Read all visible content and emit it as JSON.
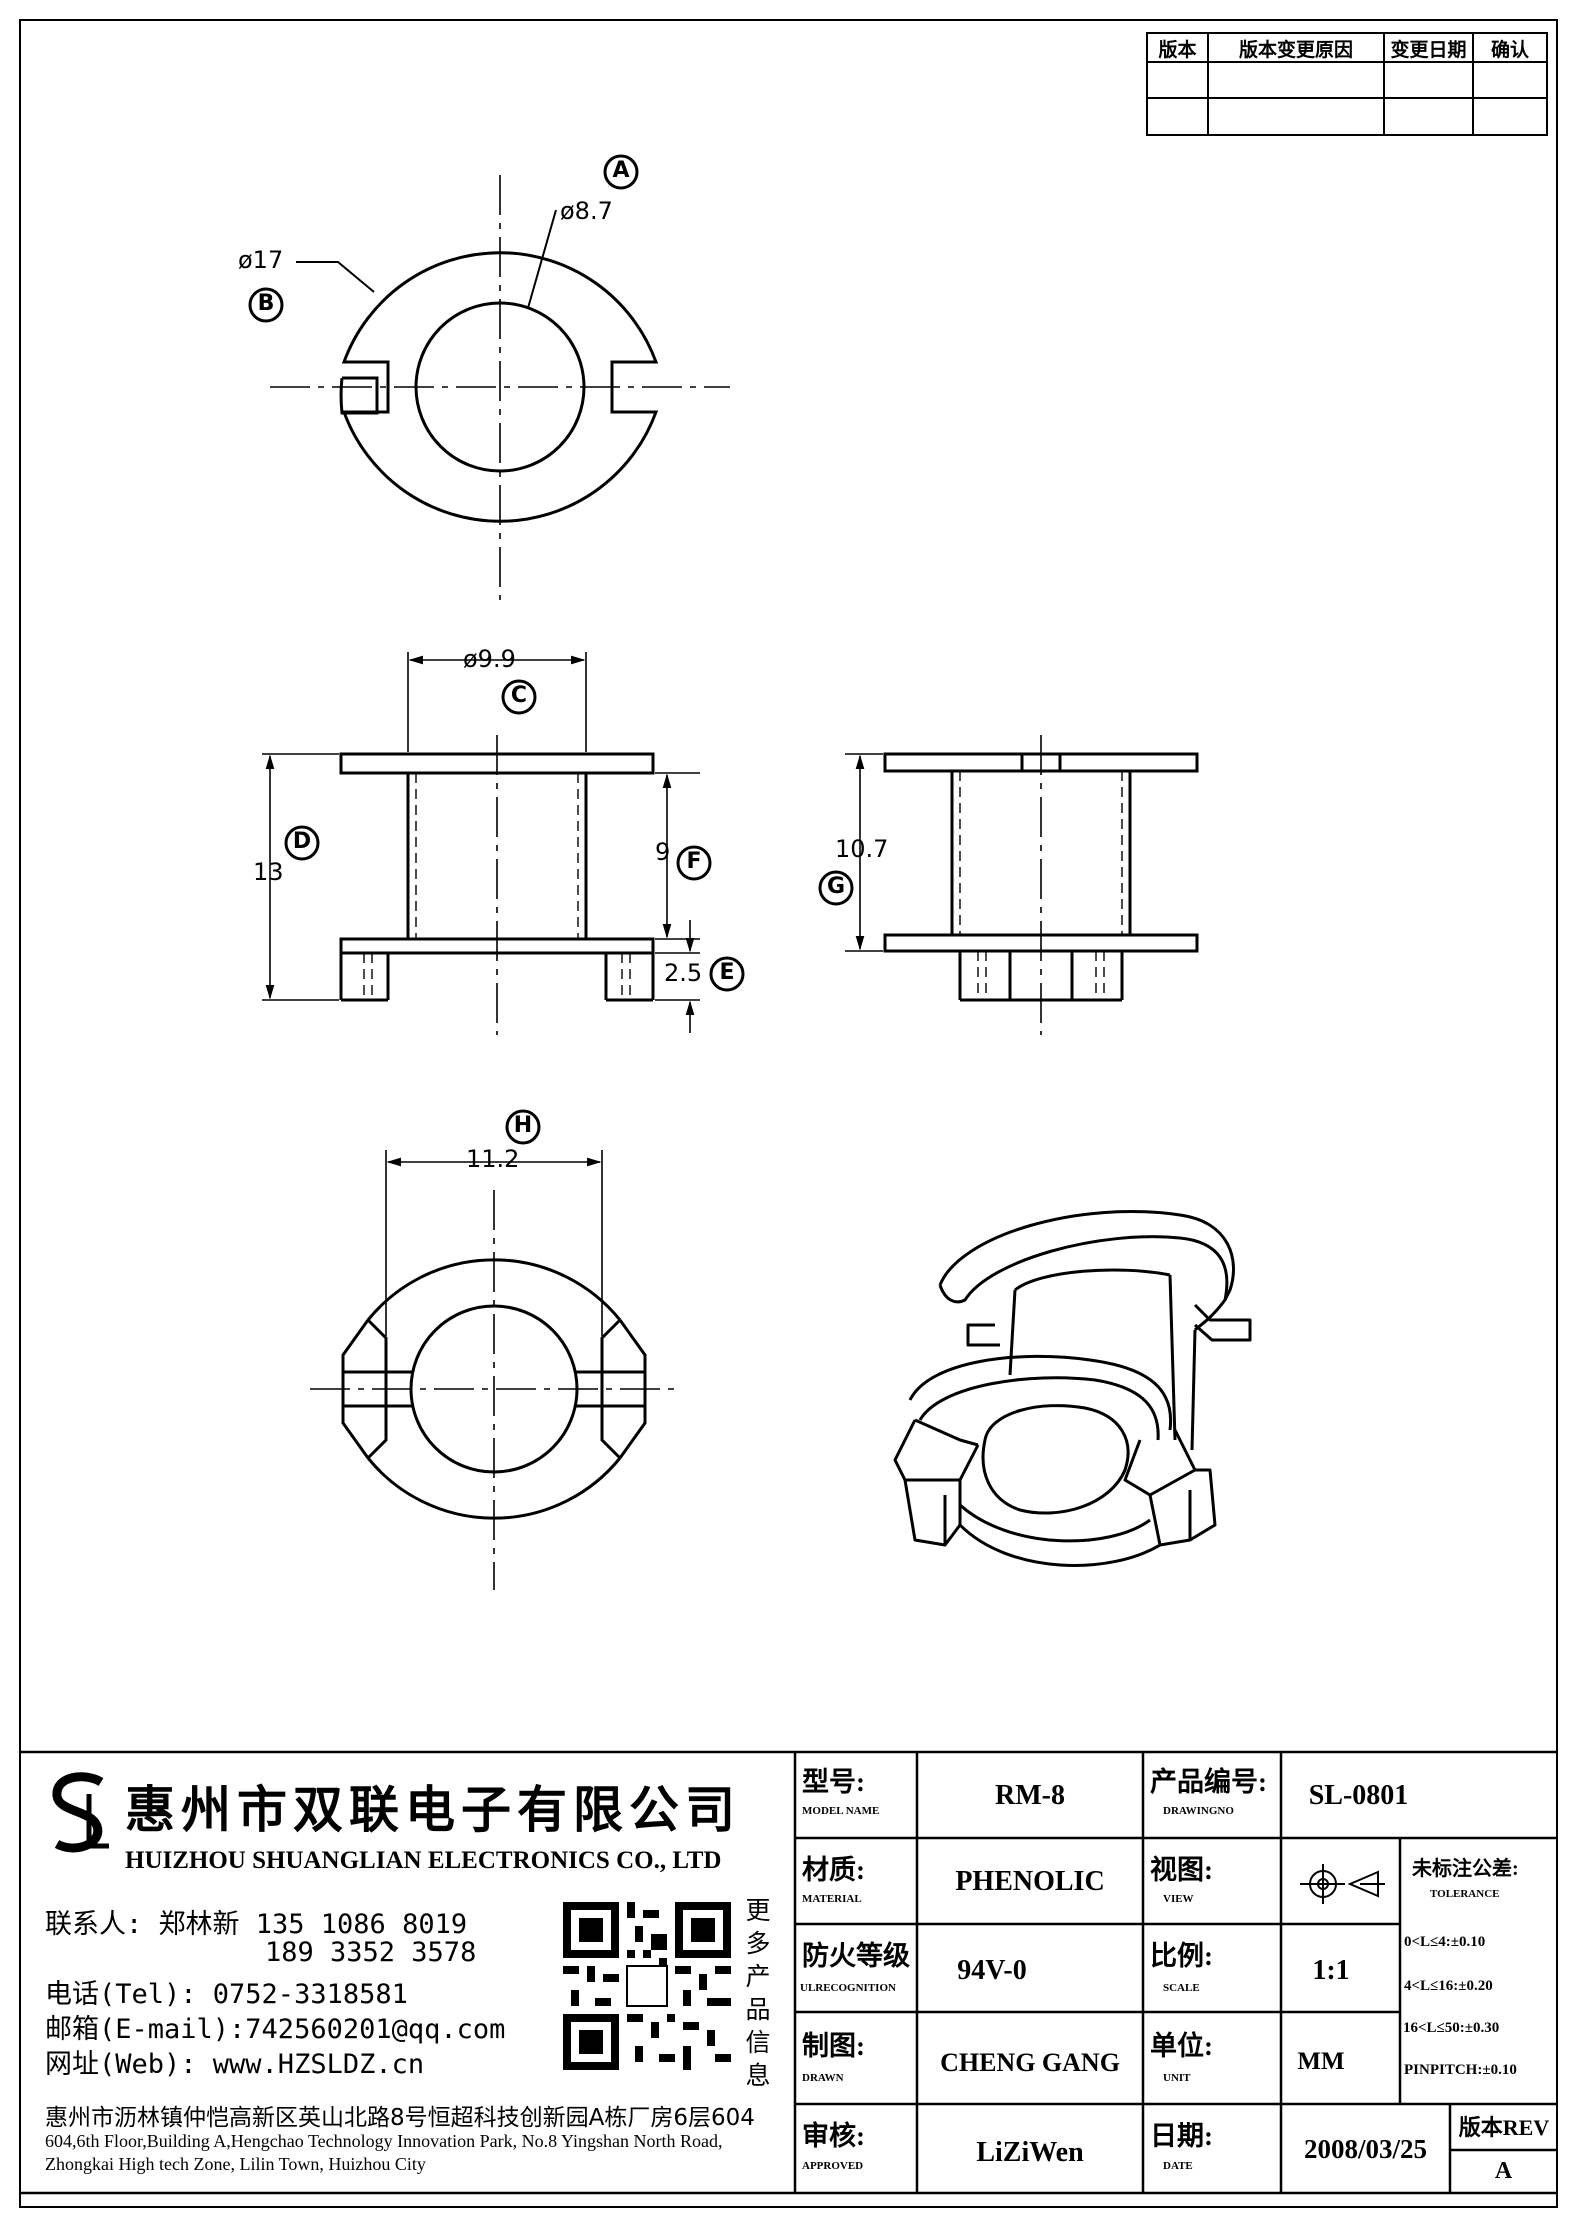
{
  "revision_table": {
    "headers": [
      "版本",
      "版本变更原因",
      "变更日期",
      "确认"
    ]
  },
  "dimensions": {
    "A": {
      "label": "A",
      "value": "ø8.7"
    },
    "B": {
      "label": "B",
      "value": "ø17"
    },
    "C": {
      "label": "C",
      "value": "ø9.9"
    },
    "D": {
      "label": "D",
      "value": "13"
    },
    "E": {
      "label": "E",
      "value": "2.5"
    },
    "F": {
      "label": "F",
      "value": "9"
    },
    "G": {
      "label": "G",
      "value": "10.7"
    },
    "H": {
      "label": "H",
      "value": "11.2"
    }
  },
  "company": {
    "name_cn": "惠州市双联电子有限公司",
    "name_en": "HUIZHOU SHUANGLIAN ELECTRONICS CO., LTD",
    "contact_line1": "联系人: 郑林新  135 1086 8019",
    "contact_line2": "189 3352 3578",
    "tel": "电话(Tel): 0752-3318581",
    "email": "邮箱(E-mail):742560201@qq.com",
    "web": "网址(Web): www.HZSLDZ.cn",
    "qr_caption": [
      "更",
      "多",
      "产",
      "品",
      "信",
      "息"
    ],
    "address_cn": "惠州市沥林镇仲恺高新区英山北路8号恒超科技创新园A栋厂房6层604",
    "address_en": "604,6th Floor,Building A,Hengchao Technology Innovation Park, No.8 Yingshan North Road, Zhongkai High tech Zone, Lilin Town, Huizhou City"
  },
  "title_block": {
    "model_label": "型号:",
    "model_label_en": "MODEL NAME",
    "model_value": "RM-8",
    "drawingno_label": "产品编号:",
    "drawingno_label_en": "DRAWINGNO",
    "drawingno_value": "SL-0801",
    "material_label": "材质:",
    "material_label_en": "MATERIAL",
    "material_value": "PHENOLIC",
    "view_label": "视图:",
    "view_label_en": "VIEW",
    "tolerance_label": "未标注公差:",
    "tolerance_label_en": "TOLERANCE",
    "tolerance_lines": [
      "0<L≤4:±0.10",
      "4<L≤16:±0.20",
      "16<L≤50:±0.30",
      "PINPITCH:±0.10"
    ],
    "fire_label": "防火等级",
    "fire_label_en": "ULRECOGNITION",
    "fire_value": "94V-0",
    "scale_label": "比例:",
    "scale_label_en": "SCALE",
    "scale_value": "1:1",
    "drawn_label": "制图:",
    "drawn_label_en": "DRAWN",
    "drawn_value": "CHENG GANG",
    "unit_label": "单位:",
    "unit_label_en": "UNIT",
    "unit_value": "MM",
    "approved_label": "审核:",
    "approved_label_en": "APPROVED",
    "approved_value": "LiZiWen",
    "date_label": "日期:",
    "date_label_en": "DATE",
    "date_value": "2008/03/25",
    "rev_label": "版本REV",
    "rev_value": "A"
  }
}
